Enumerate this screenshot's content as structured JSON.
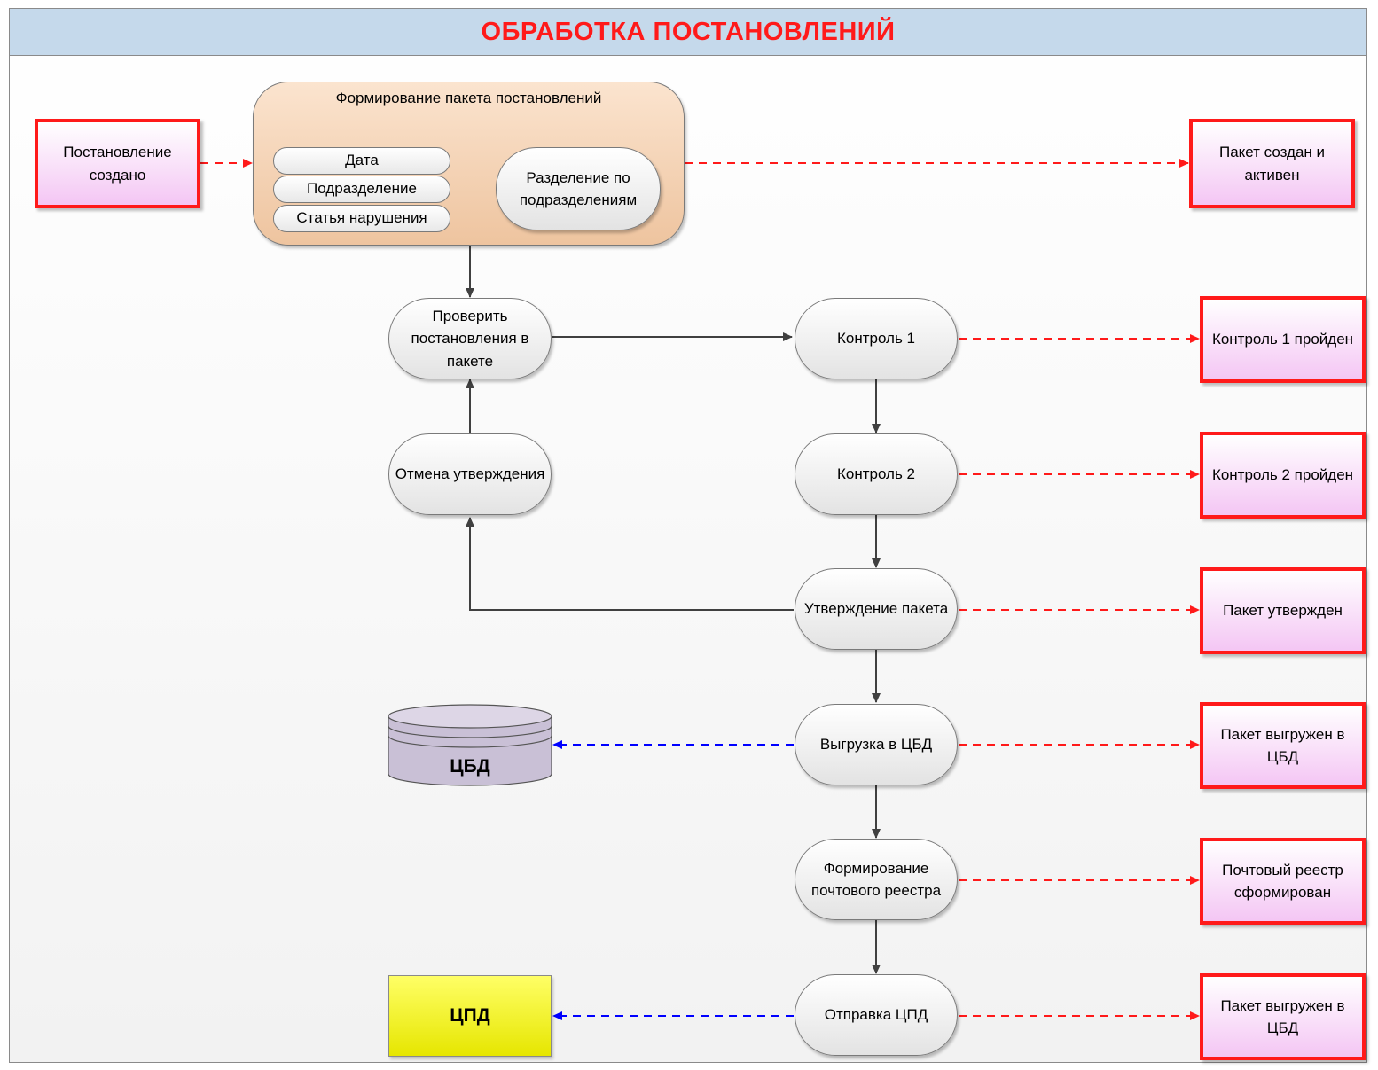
{
  "title": "ОБРАБОТКА ПОСТАНОВЛЕНИЙ",
  "colors": {
    "event_border": "#ff1a1a",
    "event_fill": "#f4c6f4",
    "header_fill": "#c5d9eb",
    "title_color": "#ff1a1a",
    "container_fill": "#eec49f",
    "system_fill": "#ffff00",
    "db_fill": "#c9c0d6",
    "control_flow": "#404040",
    "event_flow": "#ff1a1a",
    "data_flow": "#0000ff"
  },
  "events": {
    "created": "Постановление создано",
    "pkg_active": "Пакет создан и активен",
    "ctrl1_passed": "Контроль 1 пройден",
    "ctrl2_passed": "Контроль 2 пройден",
    "approved": "Пакет утвержден",
    "exported_cbd": "Пакет выгружен в ЦБД",
    "registry_formed": "Почтовый реестр сформирован",
    "exported_cpd": "Пакет выгружен в ЦБД"
  },
  "container": {
    "title": "Формирование пакета постановлений",
    "criteria": [
      "Дата",
      "Подразделение",
      "Статья нарушения"
    ],
    "split": "Разделение по подразделениям"
  },
  "processes": {
    "check": "Проверить постановления в пакете",
    "cancel": "Отмена утверждения",
    "ctrl1": "Контроль 1",
    "ctrl2": "Контроль 2",
    "approve": "Утверждение пакета",
    "export": "Выгрузка в ЦБД",
    "registry": "Формирование почтового реестра",
    "send": "Отправка ЦПД"
  },
  "systems": {
    "db": "ЦБД",
    "cpd": "ЦПД"
  }
}
